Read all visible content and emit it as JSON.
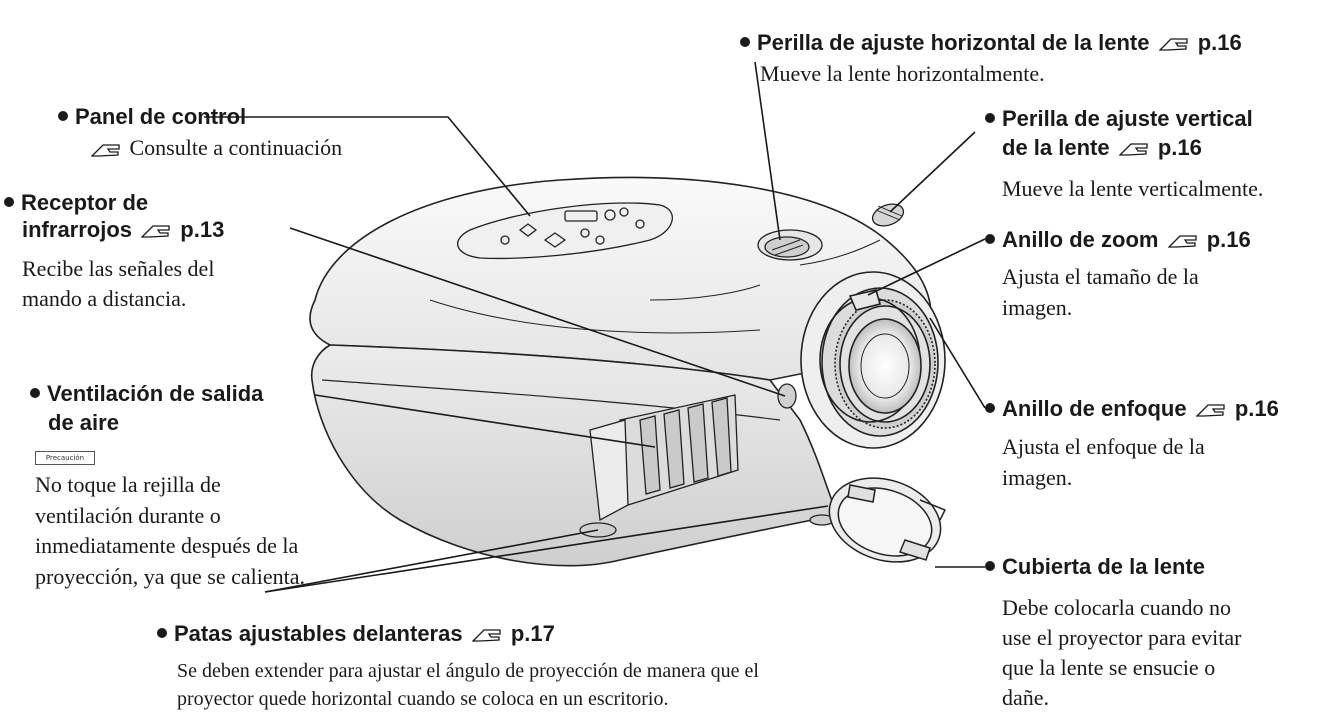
{
  "labels": {
    "control_panel": {
      "title": "Panel de control",
      "ref_text": "Consulte a continuación"
    },
    "ir_receiver": {
      "title_line1": "Receptor de",
      "title_line2": "infrarrojos",
      "page": "p.13",
      "desc_line1": "Recibe las señales del",
      "desc_line2": "mando a distancia."
    },
    "air_exhaust": {
      "title_line1": "Ventilación de salida",
      "title_line2": "de aire",
      "caution_label": "Precaución",
      "desc_lines": [
        "No toque la rejilla de",
        "ventilación durante o",
        "inmediatamente después de la",
        "proyección, ya que se calienta."
      ]
    },
    "front_feet": {
      "title": "Patas ajustables delanteras",
      "page": "p.17",
      "desc_lines": [
        "Se deben extender para ajustar el ángulo de proyección de manera que el",
        "proyector quede horizontal cuando se coloca en un escritorio."
      ]
    },
    "h_lens_knob": {
      "title": "Perilla de ajuste horizontal de la lente",
      "page": "p.16",
      "desc": "Mueve la lente horizontalmente."
    },
    "v_lens_knob": {
      "title_line1": "Perilla de ajuste vertical",
      "title_line2": "de la lente",
      "page": "p.16",
      "desc": "Mueve la lente verticalmente."
    },
    "zoom_ring": {
      "title": "Anillo de zoom",
      "page": "p.16",
      "desc_line1": "Ajusta el tamaño de la",
      "desc_line2": "imagen."
    },
    "focus_ring": {
      "title": "Anillo de enfoque",
      "page": "p.16",
      "desc_line1": "Ajusta el enfoque de la",
      "desc_line2": "imagen."
    },
    "lens_cover": {
      "title": "Cubierta de la lente",
      "desc_lines": [
        "Debe colocarla cuando no",
        "use el proyector para evitar",
        "que la lente se ensucie o",
        "dañe."
      ]
    }
  },
  "icons": [
    "bullet-icon",
    "reference-hand-icon",
    "caution-icon"
  ],
  "colors": {
    "text": "#1a1a1a",
    "line": "#1a1a1a",
    "device_fill": "#f4f4f4",
    "device_shade": "#d8d8d8"
  }
}
